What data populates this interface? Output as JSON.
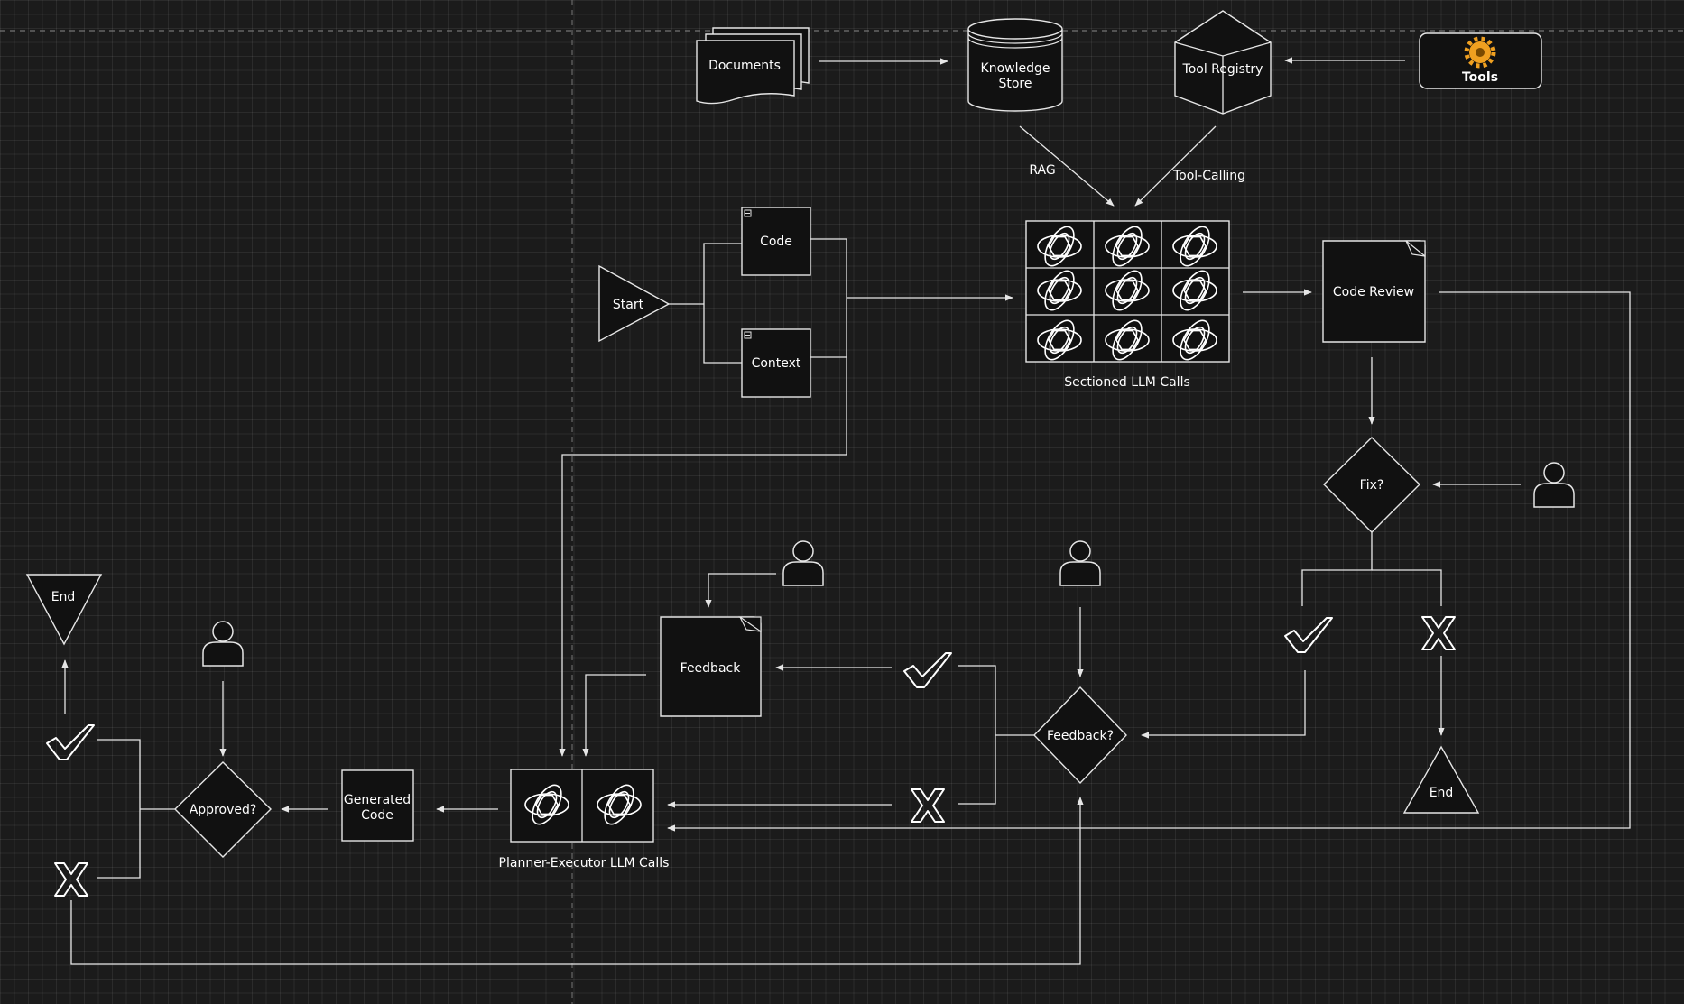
{
  "labels": {
    "documents": "Documents",
    "knowledge_store": "Knowledge Store",
    "tool_registry": "Tool Registry",
    "tools": "Tools",
    "rag": "RAG",
    "tool_calling": "Tool-Calling",
    "start": "Start",
    "code": "Code",
    "context": "Context",
    "sectioned_calls": "Sectioned LLM Calls",
    "code_review": "Code Review",
    "fix": "Fix?",
    "end_right": "End",
    "feedback_doc": "Feedback",
    "feedback_decision": "Feedback?",
    "planner_calls": "Planner-Executor LLM Calls",
    "generated_code": "Generated Code",
    "approved": "Approved?",
    "end_left": "End"
  },
  "icons": {
    "llm": "openai-icon",
    "person": "person-icon",
    "approve": "checkmark-icon",
    "reject": "x-icon",
    "tools": "gear-icon"
  },
  "colors": {
    "background": "#1b1b1b",
    "stroke": "#e6e6e6",
    "node_fill": "#111111",
    "text": "#ffffff",
    "gear": "#f0a020"
  }
}
